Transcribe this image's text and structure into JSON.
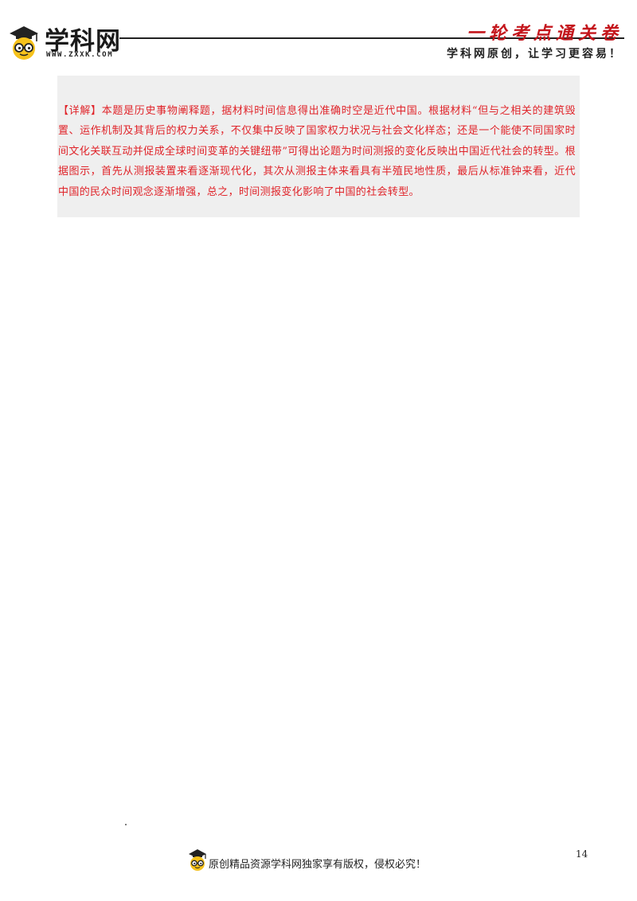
{
  "header": {
    "logo_text": "学科网",
    "logo_url": "WWW.ZXXK.COM",
    "series_title": "一轮考点通关卷",
    "slogan": "学科网原创，让学习更容易！",
    "accent_color": "#c4161c"
  },
  "answer": {
    "label": "【详解】",
    "body": "本题是历史事物阐释题，据材料时间信息得出准确时空是近代中国。根据材料“但与之相关的建筑毁置、运作机制及其背后的权力关系，不仅集中反映了国家权力状况与社会文化样态；还是一个能使不同国家时间文化关联互动并促成全球时间变革的关键纽带”可得出论题为时间测报的变化反映出中国近代社会的转型。根据图示，首先从测报装置来看逐渐现代化，其次从测报主体来看具有半殖民地性质，最后从标准钟来看，近代中国的民众时间观念逐渐增强，总之，时间测报变化影响了中国的社会转型。",
    "text_color": "#e0242a",
    "background": "#efefef"
  },
  "footer": {
    "copyright": "原创精品资源学科网独家享有版权，侵权必究！",
    "page_number": "14"
  }
}
